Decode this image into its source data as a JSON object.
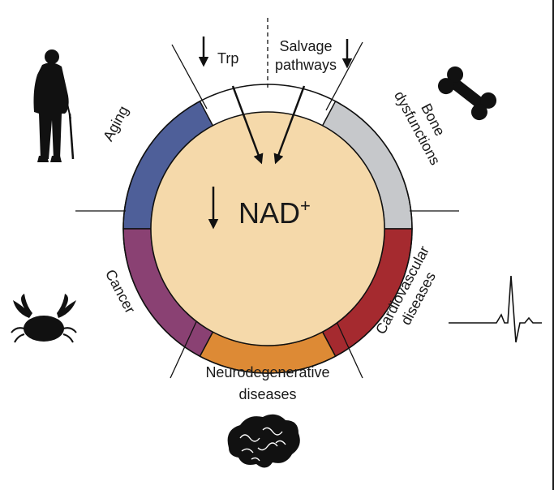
{
  "center": {
    "label": "NAD",
    "superscript": "+",
    "trend": "decrease"
  },
  "inputs": [
    {
      "label": "Trp",
      "trend": "decrease"
    },
    {
      "label_line1": "Salvage",
      "label_line2": "pathways",
      "trend": "decrease"
    }
  ],
  "segments": [
    {
      "label": "Aging",
      "color": "#4e5f99",
      "icon": "elderly-person-with-cane-icon"
    },
    {
      "label_line1": "Bone",
      "label_line2": "dysfunctions",
      "color": "#c6c8cb",
      "icon": "bone-icon"
    },
    {
      "label_line1": "Cardiovascular",
      "label_line2": "diseases",
      "color": "#a52a2f",
      "icon": "ecg-heartbeat-icon"
    },
    {
      "label_line1": "Neurodegenerative",
      "label_line2": "diseases",
      "color": "#dd8a35",
      "icon": "brain-icon"
    },
    {
      "label": "Cancer",
      "color": "#8a4173",
      "icon": "crab-icon"
    }
  ],
  "colors": {
    "core_fill": "#f5d9aa",
    "outline": "#111111"
  }
}
